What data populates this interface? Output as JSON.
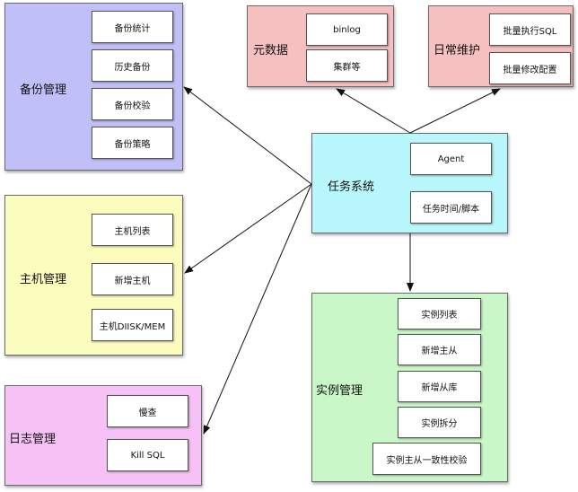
{
  "backup": {
    "title": "备份管理",
    "items": [
      "备份统计",
      "历史备份",
      "备份校验",
      "备份策略"
    ]
  },
  "host": {
    "title": "主机管理",
    "items": [
      "主机列表",
      "新增主机",
      "主机DIISK/MEM"
    ]
  },
  "log": {
    "title": "日志管理",
    "items": [
      "慢查",
      "Kill SQL"
    ]
  },
  "metadata": {
    "title": "元数据",
    "items": [
      "binlog",
      "集群等"
    ]
  },
  "maintenance": {
    "title": "日常维护",
    "items": [
      "批量执行SQL",
      "批量修改配置"
    ]
  },
  "task": {
    "title": "任务系统",
    "items": [
      "Agent",
      "任务时间/脚本"
    ]
  },
  "instance": {
    "title": "实例管理",
    "items": [
      "实例列表",
      "新增主从",
      "新增从库",
      "实例拆分",
      "实例主从一致性校验"
    ]
  },
  "colors": {
    "backup": "#c0bff8",
    "host": "#fdfcbf",
    "log": "#f6c2f6",
    "metadata": "#f6c0c0",
    "maintenance": "#f6c0c0",
    "task": "#b8f7fb",
    "instance": "#caf7c8"
  }
}
